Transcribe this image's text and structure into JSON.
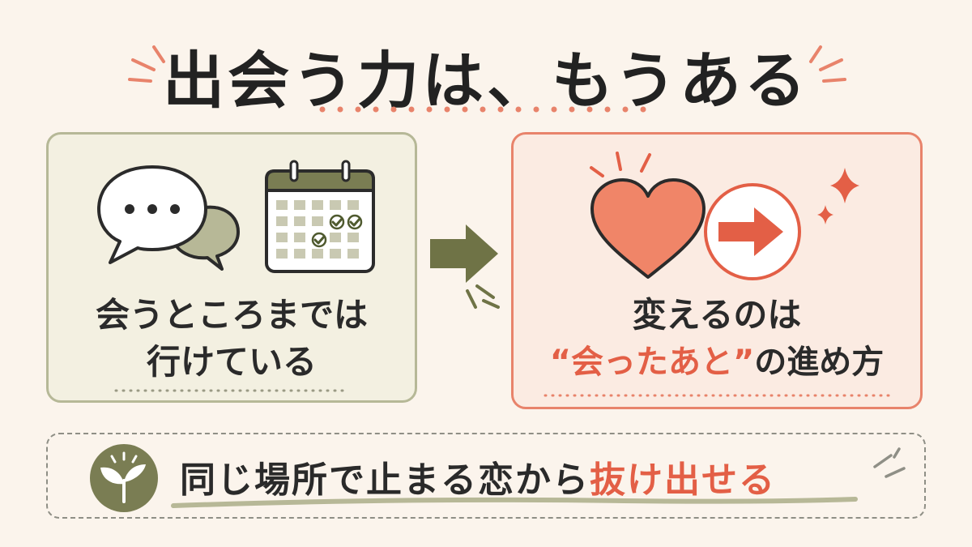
{
  "title": "出会う力は、もうある",
  "left_panel": {
    "line1": "会うところまでは",
    "line2": "行けている"
  },
  "right_panel": {
    "line1": "変えるのは",
    "quote_open": "“",
    "highlight": "会ったあと",
    "quote_close": "”",
    "rest": "の進め方"
  },
  "bottom": {
    "normal": "同じ場所で止まる恋から",
    "highlight": "抜け出せる"
  },
  "colors": {
    "background": "#fbf4ec",
    "olive": "#7a7d53",
    "coral": "#e8836b",
    "accent_red": "#e35f46"
  },
  "icons": [
    "chat-bubbles-icon",
    "calendar-check-icon",
    "arrow-right-icon",
    "heart-icon",
    "circle-arrow-icon",
    "sparkle-icon",
    "sprout-icon"
  ]
}
